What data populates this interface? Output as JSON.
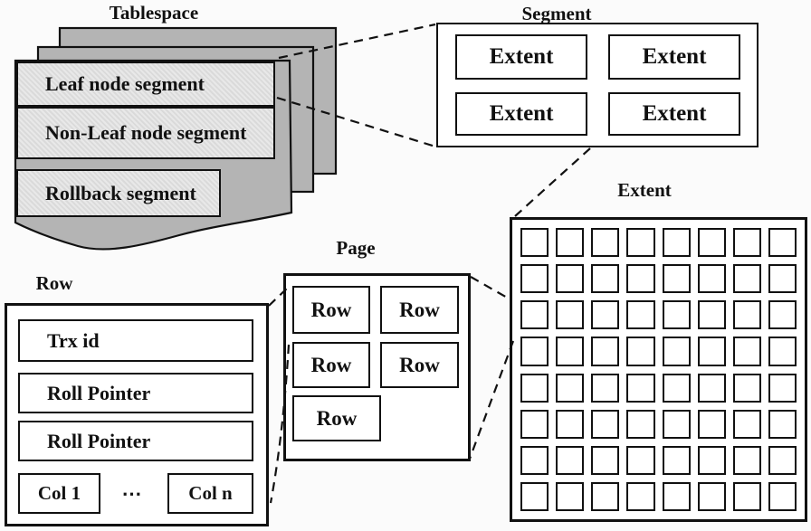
{
  "diagram": {
    "tablespace": {
      "label": "Tablespace",
      "segments": [
        "Leaf node segment",
        "Non-Leaf node segment",
        "Rollback segment"
      ]
    },
    "segment": {
      "label": "Segment",
      "extents": [
        "Extent",
        "Extent",
        "Extent",
        "Extent"
      ]
    },
    "extent": {
      "label": "Extent",
      "grid_rows": 8,
      "grid_cols": 8
    },
    "page": {
      "label": "Page",
      "rows": [
        "Row",
        "Row",
        "Row",
        "Row",
        "Row"
      ]
    },
    "row": {
      "label": "Row",
      "fields": [
        "Trx id",
        "Roll Pointer",
        "Roll Pointer"
      ],
      "col_first": "Col 1",
      "col_ellipsis": "⋯",
      "col_last": "Col n"
    },
    "colors": {
      "sheet_fill": "#b4b4b4",
      "bar_fill": "#e8e8e8",
      "line": "#111111",
      "background": "#fbfbfb"
    }
  }
}
